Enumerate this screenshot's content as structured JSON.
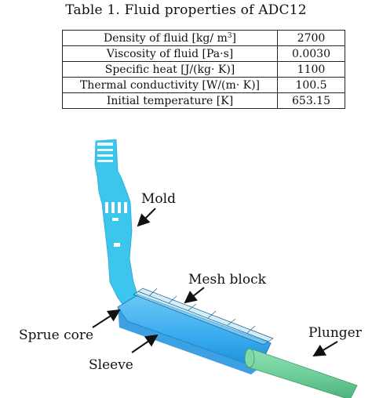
{
  "caption": "Table 1. Fluid properties of ADC12",
  "table": {
    "rows": [
      {
        "property": "Density of fluid [kg/ m",
        "sup": "3",
        "property_suffix": "]",
        "value": "2700"
      },
      {
        "property": "Viscosity of fluid [Pa·s]",
        "value": "0.0030"
      },
      {
        "property": "Specific heat [J/(kg· K)]",
        "value": "1100"
      },
      {
        "property": "Thermal conductivity [W/(m· K)]",
        "value": "100.5"
      },
      {
        "property": "Initial temperature [K]",
        "value": "653.15"
      }
    ]
  },
  "figure": {
    "labels": {
      "mold": "Mold",
      "mesh_block": "Mesh block",
      "sprue_core": "Sprue core",
      "sleeve": "Sleeve",
      "plunger": "Plunger"
    },
    "colors": {
      "sleeve": "#36a9ee",
      "mold": "#3cc6ee",
      "plunger": "#6fcf9a",
      "mesh": "#1e5f86"
    }
  }
}
